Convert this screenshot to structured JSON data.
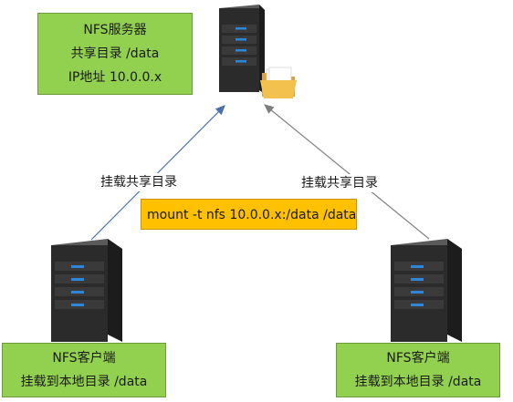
{
  "nodes": {
    "server": {
      "title": "NFS服务器",
      "share": "共享目录 /data",
      "ip": "IP地址 10.0.0.x",
      "icons": [
        "server-tower-icon",
        "folder-icon"
      ]
    },
    "client_left": {
      "title": "NFS客户端",
      "mount": "挂载到本地目录 /data",
      "icons": [
        "server-tower-icon"
      ]
    },
    "client_right": {
      "title": "NFS客户端",
      "mount": "挂载到本地目录 /data",
      "icons": [
        "server-tower-icon"
      ]
    }
  },
  "edges": [
    {
      "from": "client_left",
      "to": "server",
      "label": "挂载共享目录",
      "color": "#4a72a8"
    },
    {
      "from": "client_right",
      "to": "server",
      "label": "挂载共享目录",
      "color": "#7f7f7f"
    }
  ],
  "command": "mount -t nfs 10.0.0.x:/data /data",
  "colors": {
    "node_box": "#92d050",
    "command_box": "#ffc000",
    "server_body": "#2b2b2b",
    "drive_light": "#2e86d8",
    "folder": "#f2c14e"
  }
}
